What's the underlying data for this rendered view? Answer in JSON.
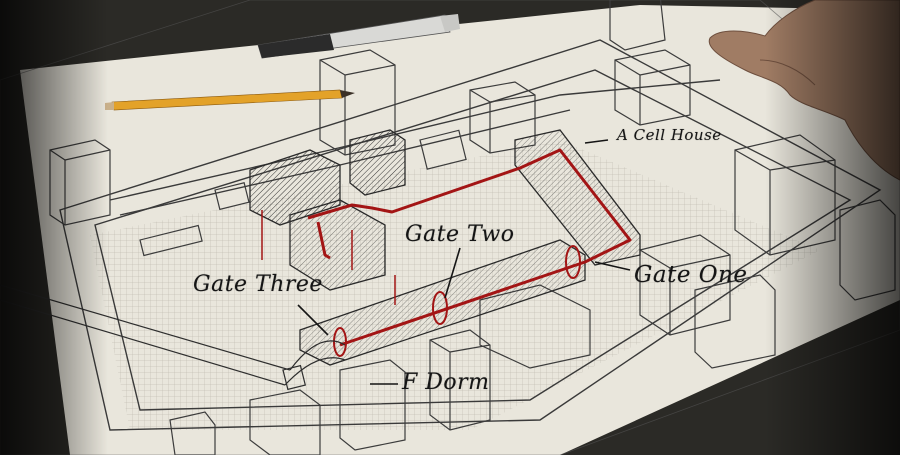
{
  "scene": {
    "labels": {
      "cell_house": "A Cell House",
      "gate_two": "Gate Two",
      "gate_one": "Gate One",
      "gate_three": "Gate Three",
      "f_dorm": "F Dorm"
    },
    "colors": {
      "paper": "#e9e6dc",
      "ink": "#2a2a2a",
      "route": "#a31515",
      "background": "#1a1a18",
      "pencil": "#e3a229",
      "marker": "#2b2b2b"
    },
    "objects": [
      "sharpie-marker",
      "pencil",
      "hand",
      "blueprint-sheet",
      "transparency-overlay"
    ]
  }
}
